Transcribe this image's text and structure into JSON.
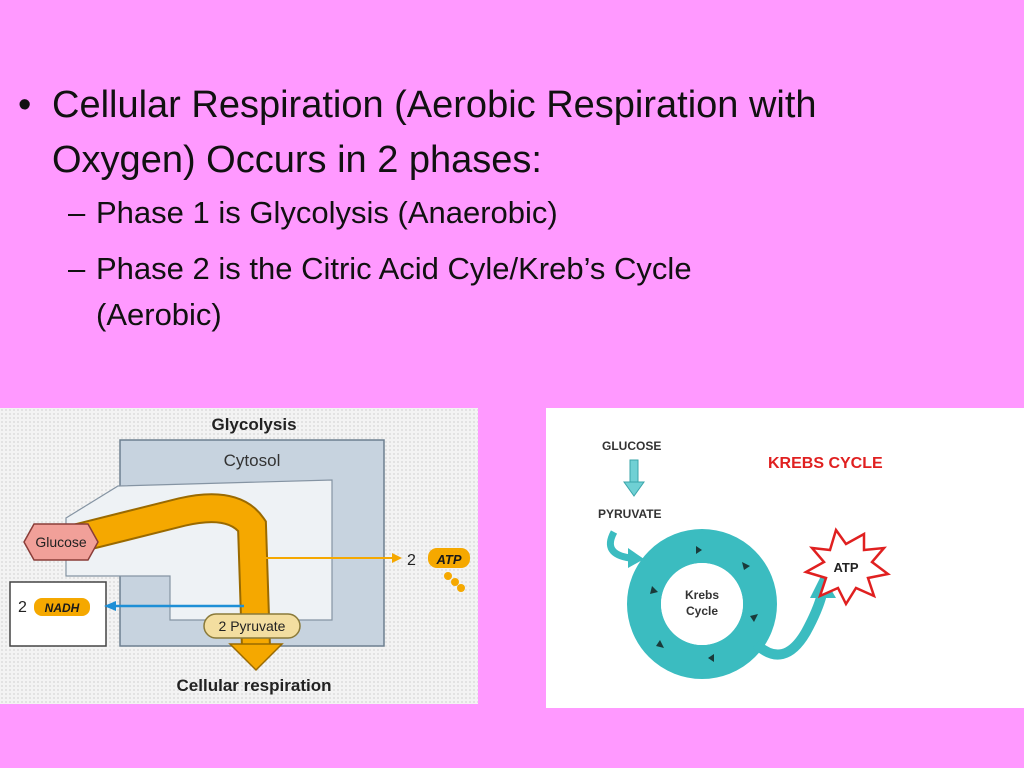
{
  "bullets": {
    "main": "Cellular Respiration (Aerobic Respiration with Oxygen) Occurs in 2 phases:",
    "main_line1": "Cellular Respiration (Aerobic Respiration with",
    "main_line2": "Oxygen) Occurs in 2 phases:",
    "sub1": "Phase 1 is Glycolysis (Anaerobic)",
    "sub2_line1": "Phase 2 is the Citric Acid  Cyle/Kreb’s Cycle",
    "sub2_line2": "(Aerobic)"
  },
  "glycolysis_figure": {
    "title": "Glycolysis",
    "compartment": "Cytosol",
    "input": "Glucose",
    "product": "2 Pyruvate",
    "atp_count": "2",
    "atp": "ATP",
    "nadh_count": "2",
    "nadh": "NADH",
    "output": "Cellular respiration"
  },
  "krebs_figure": {
    "glucose": "GLUCOSE",
    "pyruvate": "PYRUVATE",
    "title": "KREBS CYCLE",
    "center_line1": "Krebs",
    "center_line2": "Cycle",
    "atp": "ATP"
  },
  "colors": {
    "background": "#ff99ff",
    "orange": "#f5a800",
    "teal": "#3bbcc0",
    "red": "#e02020",
    "blue": "#1e8fd6"
  }
}
